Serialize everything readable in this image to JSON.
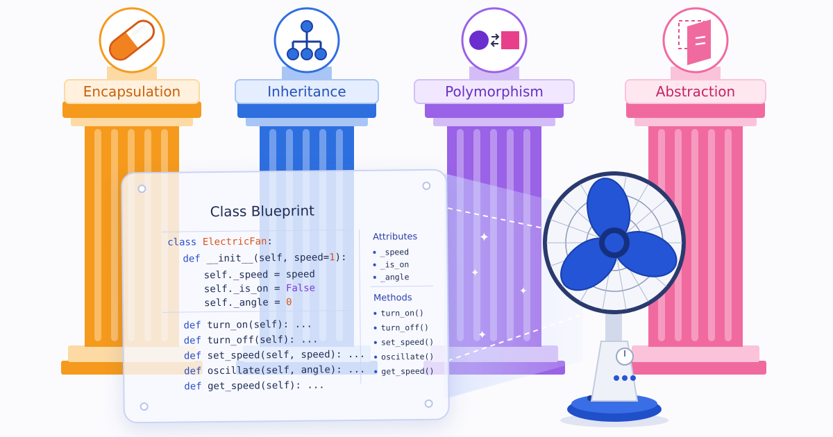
{
  "pillars": [
    {
      "label": "Encapsulation",
      "icon": "capsule-icon",
      "color": "#f59a1c",
      "light": "#fdd9a3",
      "labelBg": "#fff1de",
      "text": "#c9600b"
    },
    {
      "label": "Inheritance",
      "icon": "hierarchy-icon",
      "color": "#2e6fe0",
      "light": "#a9c5f6",
      "labelBg": "#e5eeff",
      "text": "#2652b9"
    },
    {
      "label": "Polymorphism",
      "icon": "shape-swap-icon",
      "color": "#9a62e6",
      "light": "#d4bdf6",
      "labelBg": "#f1e8ff",
      "text": "#6a2fc0"
    },
    {
      "label": "Abstraction",
      "icon": "abstract-sheet-icon",
      "color": "#f06aa0",
      "light": "#fbc3d9",
      "labelBg": "#ffe7f0",
      "text": "#c5245f"
    }
  ],
  "blueprint": {
    "title": "Class Blueprint",
    "class_kw": "class",
    "class_name": "ElectricFan",
    "init": {
      "kw": "def",
      "sig": "__init__(self, speed=",
      "default": "1",
      "end": "):"
    },
    "assign": [
      {
        "lhs": "self._speed = ",
        "val": "speed",
        "kind": "plain"
      },
      {
        "lhs": "self._is_on = ",
        "val": "False",
        "kind": "const"
      },
      {
        "lhs": "self._angle = ",
        "val": "0",
        "kind": "num"
      }
    ],
    "methods_code": [
      {
        "kw": "def",
        "sig": "turn_on(self): ..."
      },
      {
        "kw": "def",
        "sig": "turn_off(self): ..."
      },
      {
        "kw": "def",
        "sig": "set_speed(self, speed): ..."
      },
      {
        "kw": "def",
        "sig": "oscillate(self, angle): ..."
      },
      {
        "kw": "def",
        "sig": "get_speed(self): ..."
      }
    ],
    "attributes_title": "Attributes",
    "attributes": [
      "_speed",
      "_is_on",
      "_angle"
    ],
    "methods_title": "Methods",
    "methods": [
      "turn_on()",
      "turn_off()",
      "set_speed()",
      "oscillate()",
      "get_speed()"
    ]
  },
  "fan": {
    "icon": "electric-fan-icon",
    "color": "#2455d6"
  }
}
